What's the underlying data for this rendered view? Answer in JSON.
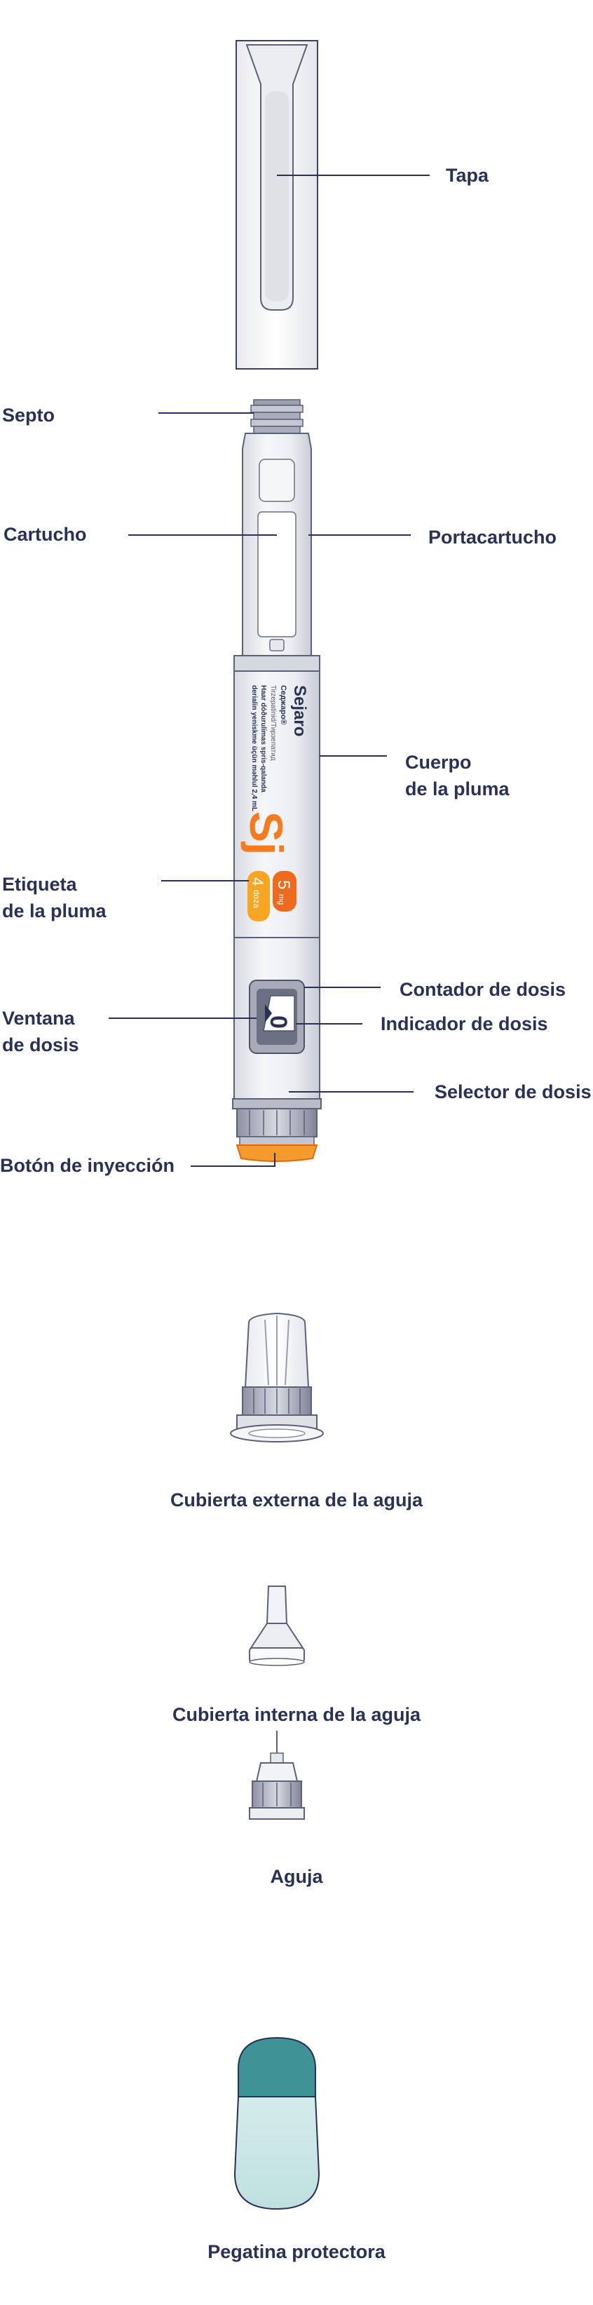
{
  "labels": {
    "cap": "Tapa",
    "septum": "Septo",
    "cartridge": "Cartucho",
    "cartridge_holder": "Portacartucho",
    "pen_body": "Cuerpo\nde la pluma",
    "pen_label": "Etiqueta\nde la pluma",
    "dose_counter": "Contador de dosis",
    "dose_window": "Ventana\nde dosis",
    "dose_indicator": "Indicador de dosis",
    "dose_selector": "Selector de dosis",
    "injection_button": "Botón de inyección",
    "outer_needle_cap": "Cubierta externa de la aguja",
    "inner_needle_cap": "Cubierta interna de la aguja",
    "needle": "Aguja",
    "protective_sticker": "Pegatina protectora"
  },
  "pen_label_text": {
    "brand": "Sejaro",
    "brand_mark": "®",
    "sub_brand": "Седжаро®",
    "inn": "Tirzepatinid/Тирзепатид",
    "line1": "Haar dóðurulimas spris-qalanda",
    "line2": "derialin yeniskme üçün məhlul 2,4 mL",
    "logo": "Sj",
    "dose": "5",
    "dose_unit": "mg",
    "doses_count": "4",
    "doses_word": "doza"
  },
  "dose_counter_value": "0",
  "colors": {
    "text": "#2a3154",
    "leader": "#2a3154",
    "orange": "#f47b20",
    "orange_dark": "#e96a12",
    "yellow": "#f6a623",
    "teal": "#3f9396",
    "teal_light": "#c8e4e4",
    "pen_grey": "#e6e7ec",
    "outline": "#5c6179"
  }
}
